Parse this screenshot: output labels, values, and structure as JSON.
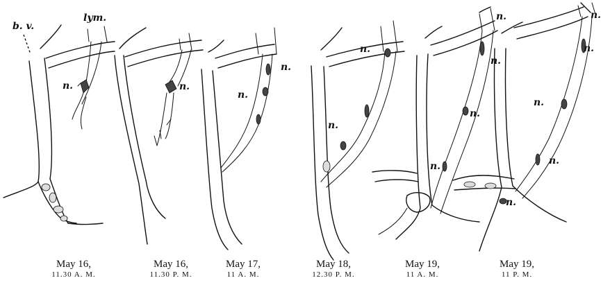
{
  "labels": {
    "blood_vessel": "b. v.",
    "lymphatic": "lym.",
    "nucleus": "n."
  },
  "panels": [
    {
      "date": "May 16,",
      "time": "11.30 A. M."
    },
    {
      "date": "May 16,",
      "time": "11.30 P. M."
    },
    {
      "date": "May 17,",
      "time": "11 A. M."
    },
    {
      "date": "May 18,",
      "time": "12.30 P. M."
    },
    {
      "date": "May 19,",
      "time": "11 A. M."
    },
    {
      "date": "May 19,",
      "time": "11 P. M."
    }
  ]
}
